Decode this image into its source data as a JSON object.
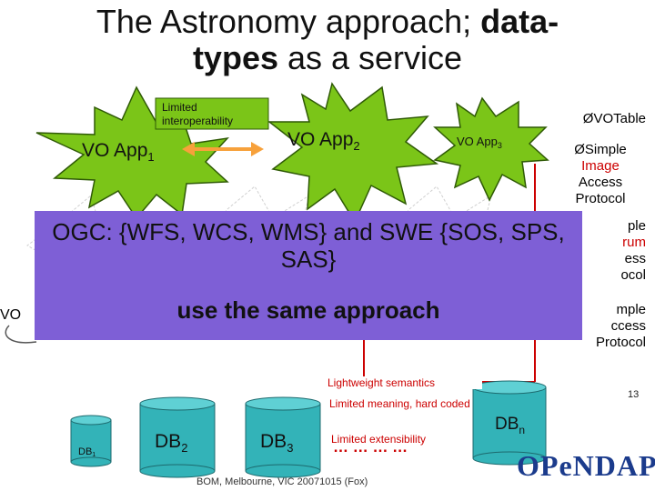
{
  "title": {
    "line1_a": "The Astronomy approach; ",
    "line1_b": "data-",
    "line2_a": "types",
    "line2_b": " as a service"
  },
  "stars": {
    "app1": {
      "name": "VO App",
      "sub": "1"
    },
    "app2": {
      "name": "VO App",
      "sub": "2"
    },
    "app3": {
      "name": "VO App",
      "sub": "3"
    },
    "left_partial": "VO"
  },
  "interop_label": {
    "line1": "Limited",
    "line2": "interoperability"
  },
  "bullets": {
    "votable": "ØVOTable",
    "sia_line1": "ØSimple",
    "sia_line2": "Image",
    "sia_line3": "Access",
    "sia_line4": "Protocol",
    "ssa_line1": "ple",
    "ssa_line2": "rum",
    "ssa_line3": "ess",
    "ssa_line4": "ocol",
    "sca_line1": "mple",
    "sca_line2": "ccess",
    "sca_line3": "Protocol"
  },
  "overlay": {
    "line1": "OGC: {WFS, WCS, WMS} and SWE {SOS, SPS, SAS}",
    "line2": "use the same approach"
  },
  "notes": {
    "semantics": "Lightweight semantics",
    "meaning": "Limited meaning, hard coded",
    "extensibility": "Limited extensibility",
    "dots": "… … … …"
  },
  "databases": {
    "db1": {
      "name": "DB",
      "sub": "1"
    },
    "db2": {
      "name": "DB",
      "sub": "2"
    },
    "db3": {
      "name": "DB",
      "sub": "3"
    },
    "dbn": {
      "name": "DB",
      "sub": "n"
    }
  },
  "footer": "BOM, Melbourne, VIC 20071015 (Fox)",
  "page_number": "13",
  "logo": "OPeNDAP",
  "colors": {
    "star_fill": "#7bc518",
    "star_stroke": "#2f5a06",
    "overlay": "#7e5fd6",
    "cylinder": "#33b3b8",
    "red": "#cc0000",
    "arrow": "#f7a13b"
  }
}
